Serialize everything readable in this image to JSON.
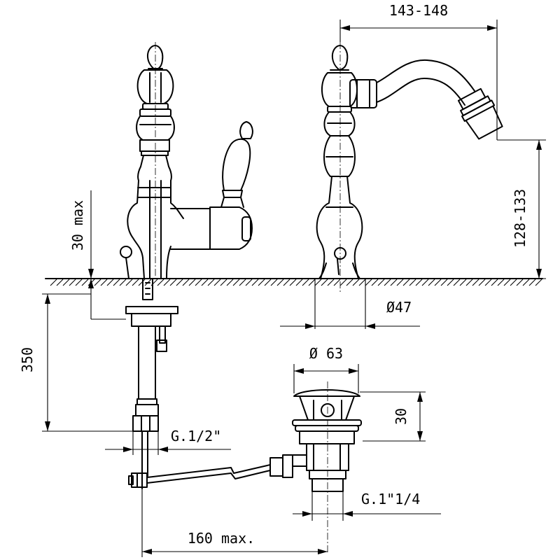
{
  "dimensions": {
    "spout_reach": "143-148",
    "spout_height": "128-133",
    "deck_thickness": "30 max",
    "base_diameter": "Ø47",
    "waste_diameter": "Ø 63",
    "waste_height": "30",
    "tail_length": "350",
    "supply_thread": "G.1/2\"",
    "waste_thread": "G.1\"1/4",
    "rod_length": "160 max."
  }
}
